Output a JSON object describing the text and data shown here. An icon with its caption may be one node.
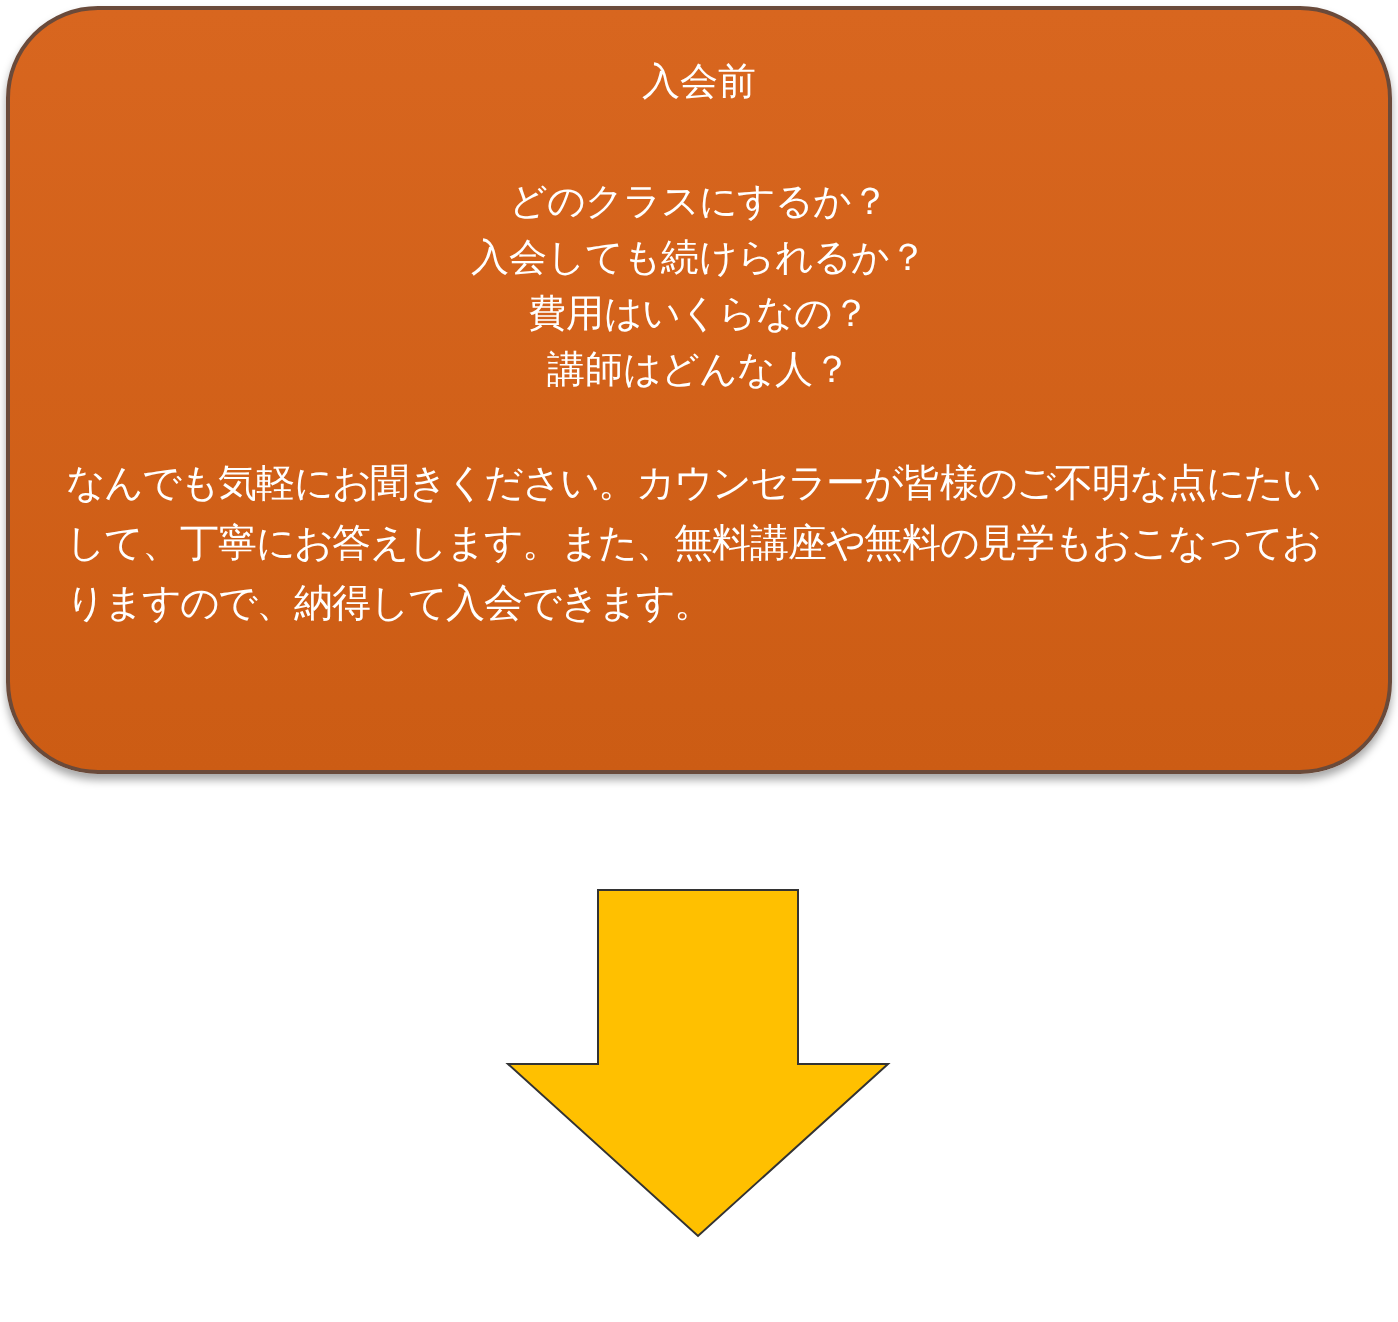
{
  "diagram": {
    "nodes": [
      {
        "text": [
          "入会前",
          "どのクラスにするか？",
          "入会しても続けられるか？",
          "費用はいくらなの？",
          "講師はどんな人？",
          "なんでも気軽にお聞きください。カウンセラーが皆様のご不明な点にたいして、丁寧にお答えします。また、無料講座や無料の見学もおこなっておりますので、納得して入会できます。"
        ]
      }
    ]
  }
}
